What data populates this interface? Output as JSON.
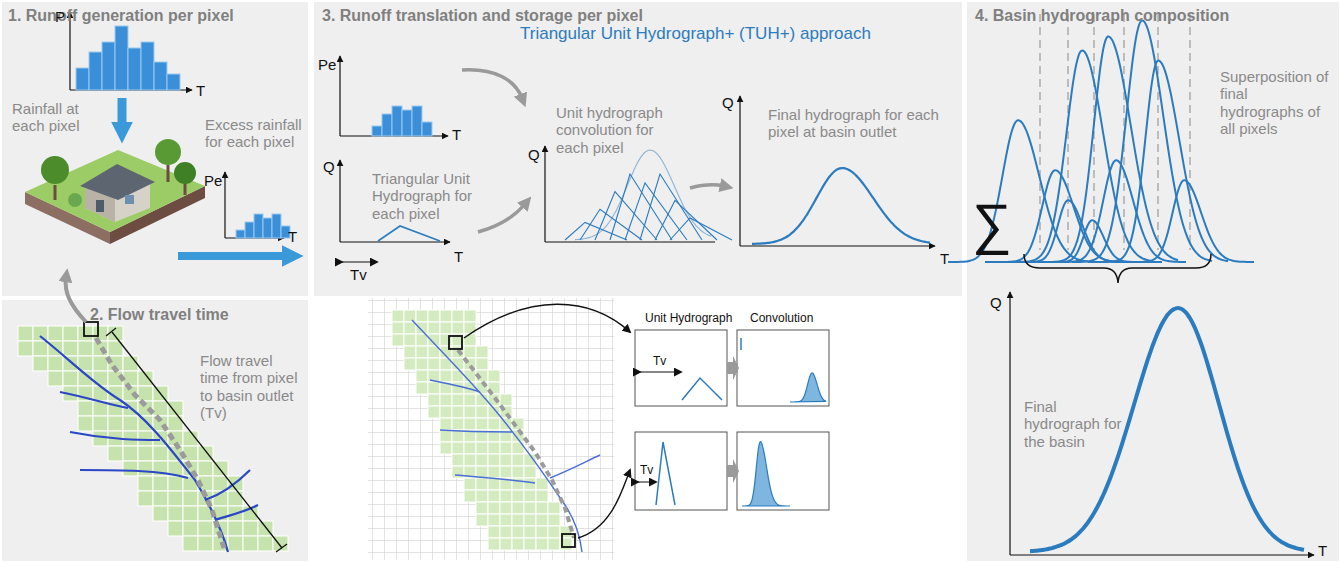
{
  "diagram": {
    "nodes": [
      {
        "text": [
          "1. Runoff generation per pixel"
        ]
      },
      {
        "text": [
          "2. Flow travel time"
        ]
      },
      {
        "text": [
          "3. Runoff translation and storage per pixel",
          "Triangular Unit Hydrograph+ (TUH+) approach"
        ]
      },
      {
        "text": [
          "4. Basin hydrograph composition"
        ]
      }
    ],
    "labels": [
      "P",
      "T",
      "Rainfall at each pixel",
      "Excess rainfall for each pixel",
      "Pe",
      "T",
      "Flow travel time from pixel to basin outlet (Tv)",
      "Pe",
      "T",
      "Q",
      "Triangular Unit Hydrograph for each pixel",
      "Tv",
      "T",
      "Unit hydrograph convolution for each pixel",
      "Q",
      "Q",
      "Final hydrograph for each pixel at basin outlet",
      "T",
      "Unit Hydrograph",
      "Convolution",
      "Tv",
      "Tv",
      "Superposition of final hydrographs of all pixels",
      "∑",
      "Q",
      "Final hydrograph for the basin",
      "T"
    ]
  }
}
